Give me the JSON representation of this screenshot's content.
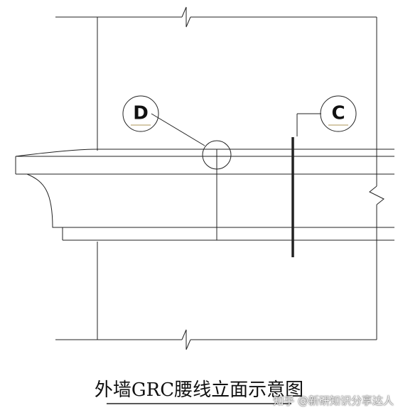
{
  "diagram": {
    "callouts": [
      {
        "id": "callout-d",
        "label": "D"
      },
      {
        "id": "callout-c",
        "label": "C"
      }
    ],
    "title": "外墙GRC腰线立面示意图",
    "watermark": "知乎 @新研知识分享达人"
  },
  "colors": {
    "line": "#222222",
    "callout_underline": "#c9b98f"
  }
}
